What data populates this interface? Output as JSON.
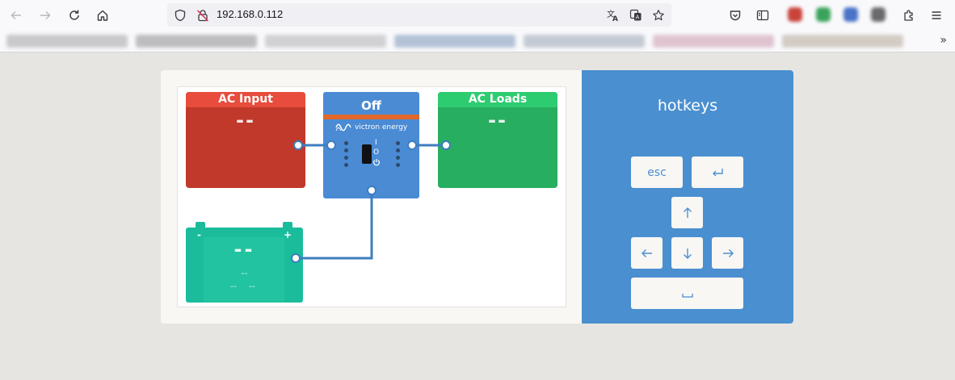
{
  "browser": {
    "url": "192.168.0.112",
    "nav_icons": [
      "back-arrow-icon",
      "forward-arrow-icon",
      "reload-icon",
      "home-icon"
    ],
    "url_icons": [
      "shield-icon",
      "insecure-lock-icon"
    ],
    "url_right_icons": [
      "translate-icon",
      "reader-translate-icon",
      "star-icon"
    ],
    "right_icons": [
      "pocket-icon",
      "sidebar-icon",
      "extensions-icon",
      "menu-icon"
    ],
    "bookmarks_overflow": "»"
  },
  "diagram": {
    "ac_input": {
      "title": "AC Input",
      "value": "--"
    },
    "inverter": {
      "state": "Off",
      "brand": "victron energy",
      "switch_on_mark": "I",
      "switch_off_mark": "O"
    },
    "ac_loads": {
      "title": "AC Loads",
      "value": "--"
    },
    "battery": {
      "neg": "-",
      "pos": "+",
      "value": "--",
      "line2": "--",
      "line3_left": "--",
      "line3_right": "--"
    },
    "colors": {
      "ac_input_head": "#e74c3c",
      "ac_input_body": "#c0392b",
      "ac_loads_head": "#2ecc71",
      "ac_loads_body": "#27ae60",
      "inverter": "#4a8bd4",
      "battery": "#1abc9c",
      "wire": "#3d7ebf"
    }
  },
  "hotkeys": {
    "title": "hotkeys",
    "keys": {
      "esc": "esc",
      "enter_icon": "enter-icon",
      "up_icon": "arrow-up-icon",
      "left_icon": "arrow-left-icon",
      "down_icon": "arrow-down-icon",
      "right_icon": "arrow-right-icon",
      "space_icon": "space-icon"
    },
    "accent": "#4a8fd0"
  }
}
